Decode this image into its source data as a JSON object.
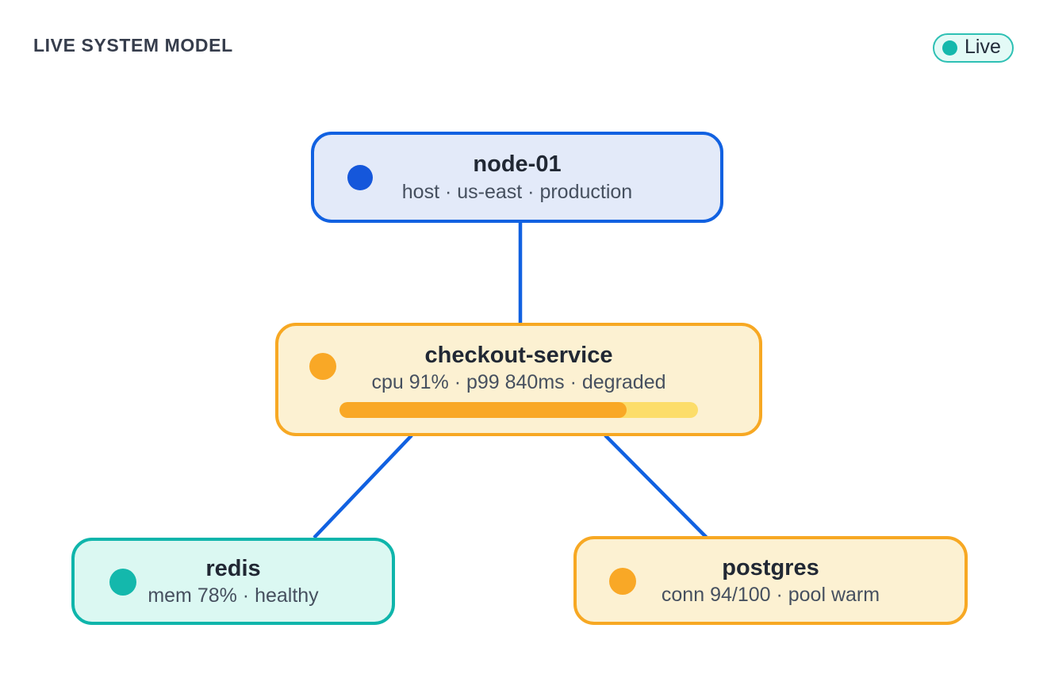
{
  "header": {
    "title": "LIVE SYSTEM MODEL",
    "live_badge": {
      "label": "Live",
      "dot_color": "#14B8AC",
      "border_color": "#2EC0B4",
      "background": "#E3FAF6"
    }
  },
  "nodes": [
    {
      "id": "node-01",
      "title": "node-01",
      "subtitle": "host · us-east · production",
      "accent_color": "#1161E1",
      "background": "#E3EAF9",
      "dot_color": "#1557DB"
    },
    {
      "id": "checkout-service",
      "title": "checkout-service",
      "subtitle": "cpu 91% · p99 840ms · degraded",
      "accent_color": "#F7A823",
      "background": "#FCF1D2",
      "dot_color": "#F9A826",
      "progress_percent": 80,
      "progress_fill_color": "#F9A826",
      "progress_track_color": "#FCDD6A"
    },
    {
      "id": "redis",
      "title": "redis",
      "subtitle": "mem 78% · healthy",
      "accent_color": "#0FB5AB",
      "background": "#DBF8F2",
      "dot_color": "#14B8AC"
    },
    {
      "id": "postgres",
      "title": "postgres",
      "subtitle": "conn 94/100 · pool warm",
      "accent_color": "#F7A823",
      "background": "#FCF1D2",
      "dot_color": "#F9A826"
    }
  ],
  "edges": [
    {
      "from": "node-01",
      "to": "checkout-service"
    },
    {
      "from": "checkout-service",
      "to": "redis"
    },
    {
      "from": "checkout-service",
      "to": "postgres"
    }
  ],
  "edge_color": "#1161E1"
}
